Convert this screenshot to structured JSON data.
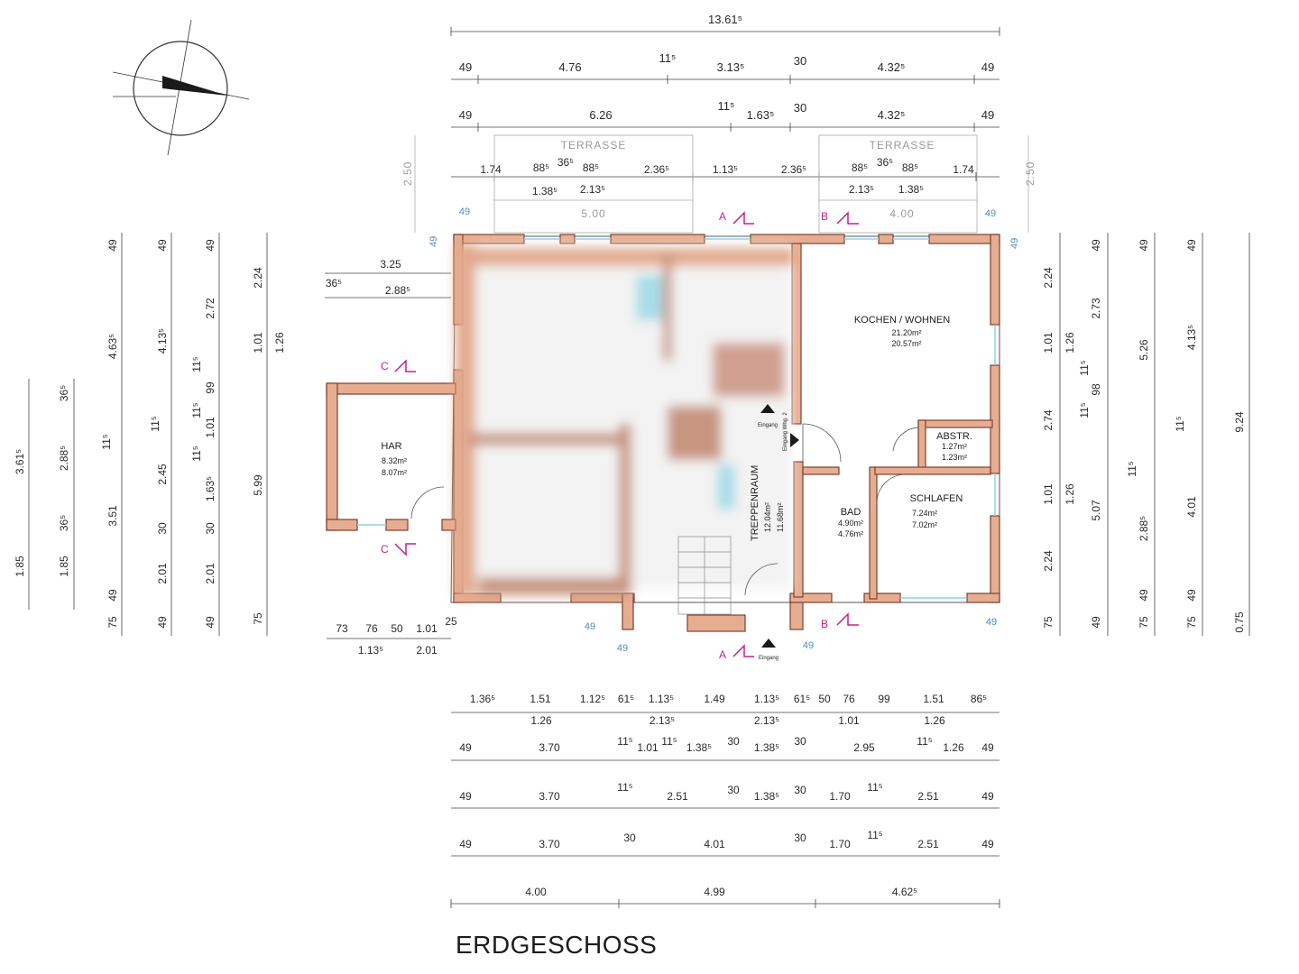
{
  "title": "ERDGESCHOSS",
  "rooms": {
    "kochen": {
      "name": "KOCHEN / WOHNEN",
      "a1": "21.20m²",
      "a2": "20.57m²"
    },
    "abstr": {
      "name": "ABSTR.",
      "a1": "1.27m²",
      "a2": "1.23m²"
    },
    "schlafen": {
      "name": "SCHLAFEN",
      "a1": "7.24m²",
      "a2": "7.02m²"
    },
    "bad": {
      "name": "BAD",
      "a1": "4.90m²",
      "a2": "4.76m²"
    },
    "treppen": {
      "name": "TREPPENRAUM",
      "a1": "12.04m²",
      "a2": "11.68m²"
    },
    "har": {
      "name": "HAR",
      "a1": "8.32m²",
      "a2": "8.07m²"
    }
  },
  "terraces": [
    "TERRASSE",
    "TERRASSE"
  ],
  "entrance": {
    "label": "Eingang",
    "side_label": "Eingang Whg. 2"
  },
  "sections": {
    "a": "A",
    "b": "B",
    "c": "C"
  },
  "dims_top": {
    "total": "13.61⁵",
    "row1": [
      "49",
      "4.76",
      "11⁵",
      "3.13⁵",
      "30",
      "4.32⁵",
      "49"
    ],
    "row2": [
      "49",
      "6.26",
      "11⁵",
      "1.63⁵",
      "30",
      "4.32⁵",
      "49"
    ],
    "row3": [
      "1.74",
      "88⁵",
      "36⁵",
      "88⁵",
      "2.36⁵",
      "1.13⁵",
      "2.36⁵",
      "88⁵",
      "36⁵",
      "88⁵",
      "1.74"
    ],
    "row3b": [
      "1.38⁵",
      "2.13⁵",
      "2.13⁵",
      "1.38⁵"
    ],
    "terrace_w": [
      "5.00",
      "4.00"
    ],
    "terrace_d": [
      "2.50",
      "2.50"
    ],
    "wall_blue": [
      "49",
      "49",
      "49",
      "49"
    ]
  },
  "dims_bottom": {
    "row1": [
      "1.36⁵",
      "1.51",
      "1.12⁵",
      "61⁵",
      "1.13⁵",
      "1.49",
      "1.13⁵",
      "61⁵",
      "50",
      "76",
      "99",
      "1.51",
      "86⁵"
    ],
    "row1b": [
      "1.26",
      "2.13⁵",
      "2.13⁵",
      "1.01",
      "1.26"
    ],
    "row2": [
      "49",
      "3.70",
      "11⁵",
      "1.01",
      "11⁵",
      "1.38⁵",
      "30",
      "1.38⁵",
      "30",
      "2.95",
      "11⁵",
      "1.26",
      "49"
    ],
    "row3": [
      "49",
      "3.70",
      "11⁵",
      "2.51",
      "30",
      "1.38⁵",
      "30",
      "1.70",
      "11⁵",
      "2.51",
      "49"
    ],
    "row4": [
      "49",
      "3.70",
      "30",
      "4.01",
      "30",
      "1.70",
      "11⁵",
      "2.51",
      "49"
    ],
    "row5": [
      "4.00",
      "4.99",
      "4.62⁵"
    ],
    "wall_blue": [
      "49",
      "49",
      "49",
      "49"
    ]
  },
  "dims_left": {
    "har_top": [
      "3.25",
      "36⁵",
      "2.88⁵"
    ],
    "har_bottom": [
      "73",
      "76",
      "50",
      "1.01",
      "25"
    ],
    "har_bottom2": [
      "1.13⁵",
      "2.01"
    ],
    "col1": [
      "3.61⁵",
      "1.85"
    ],
    "col2": [
      "36⁵",
      "2.88⁵",
      "36⁵",
      "1.85"
    ],
    "col3": [
      "49",
      "4.63⁵",
      "11⁵",
      "3.51",
      "49",
      "75"
    ],
    "col4": [
      "49",
      "4.13⁵",
      "11⁵",
      "2.45",
      "30",
      "2.01",
      "49"
    ],
    "col5": [
      "49",
      "2.72",
      "11⁵",
      "99",
      "11⁵",
      "1.01",
      "11⁵",
      "1.63⁵",
      "30",
      "2.01",
      "49"
    ],
    "col6": [
      "2.24",
      "1.01",
      "5.99",
      "75"
    ],
    "col7": [
      "1.26"
    ]
  },
  "dims_right": {
    "col1": [
      "2.24",
      "1.01",
      "2.74",
      "1.01",
      "2.24",
      "75"
    ],
    "col2": [
      "1.26",
      "1.26"
    ],
    "col3": [
      "49",
      "2.73",
      "11⁵",
      "98",
      "11⁵",
      "5.07",
      "49"
    ],
    "col4": [
      "49",
      "5.26",
      "11⁵",
      "2.88⁵",
      "49",
      "75"
    ],
    "col5": [
      "49",
      "4.13⁵",
      "11⁵",
      "4.01",
      "49",
      "75"
    ],
    "col6": [
      "9.24",
      "0.75"
    ]
  }
}
